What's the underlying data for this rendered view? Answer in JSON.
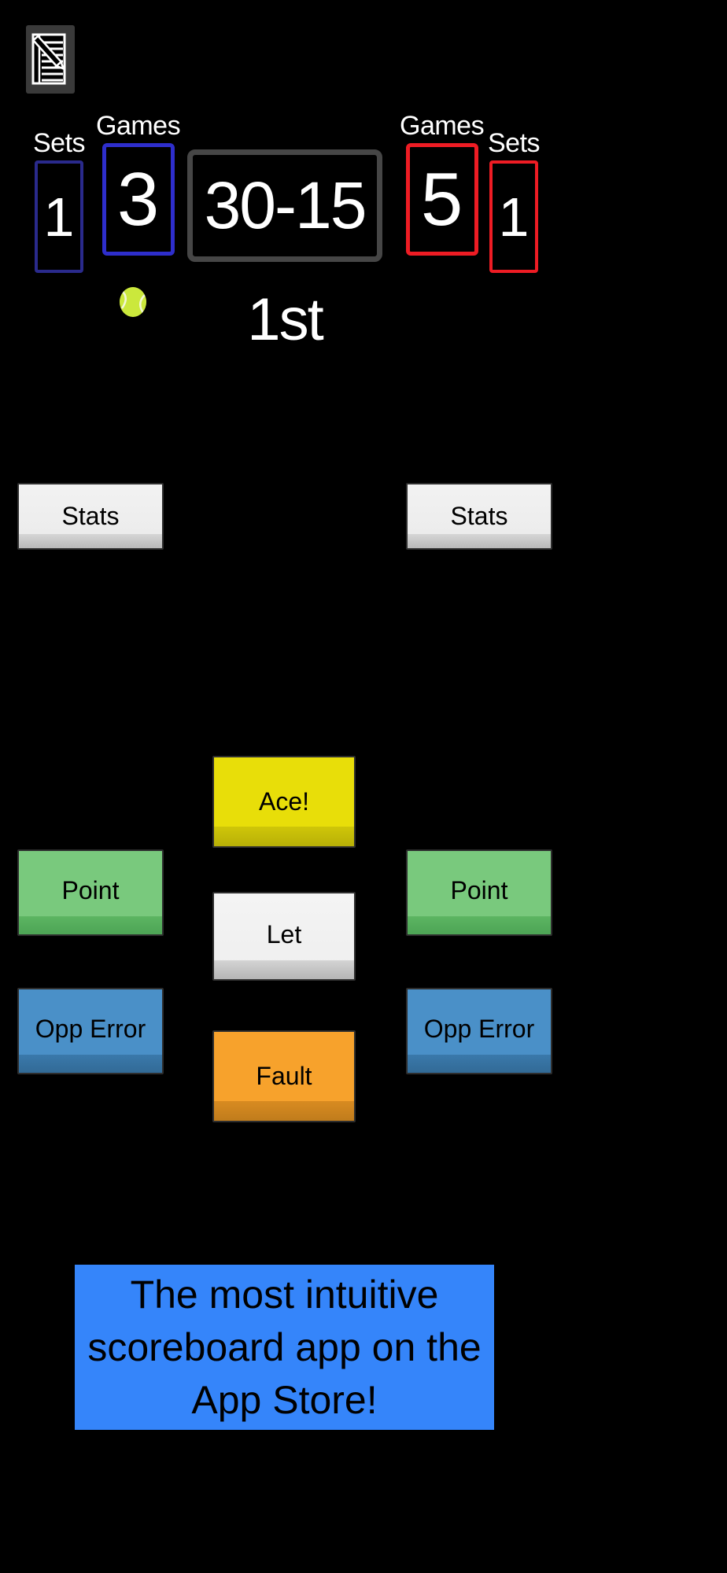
{
  "app": {
    "icon_name": "notepad-pencil-icon",
    "background_color": "#000000"
  },
  "scoreboard": {
    "left_player": {
      "sets_label": "Sets",
      "sets_value": "1",
      "games_label": "Games",
      "games_value": "3",
      "accent_color": "#2e2ecc",
      "serving": true
    },
    "points": {
      "value": "30-15",
      "border_color": "#464646"
    },
    "right_player": {
      "games_label": "Games",
      "games_value": "5",
      "sets_label": "Sets",
      "sets_value": "1",
      "accent_color": "#ee1c24",
      "serving": false
    },
    "serve_indicator": {
      "icon_name": "tennis-ball-icon",
      "color": "#cbe83c"
    },
    "set_number": "1st"
  },
  "controls": {
    "stats_left": "Stats",
    "stats_right": "Stats",
    "ace": "Ace!",
    "point_left": "Point",
    "point_right": "Point",
    "let": "Let",
    "opp_error_left": "Opp Error",
    "opp_error_right": "Opp Error",
    "fault": "Fault"
  },
  "colors": {
    "ace": "#e8de09",
    "point": "#79c97d",
    "let": "#eeeeee",
    "opp_error": "#4a90c8",
    "fault": "#f7a22c",
    "stats": "#ececec",
    "ad_banner": "#3585fa"
  },
  "ad": {
    "text": "The most intuitive scoreboard app on the App Store!"
  }
}
